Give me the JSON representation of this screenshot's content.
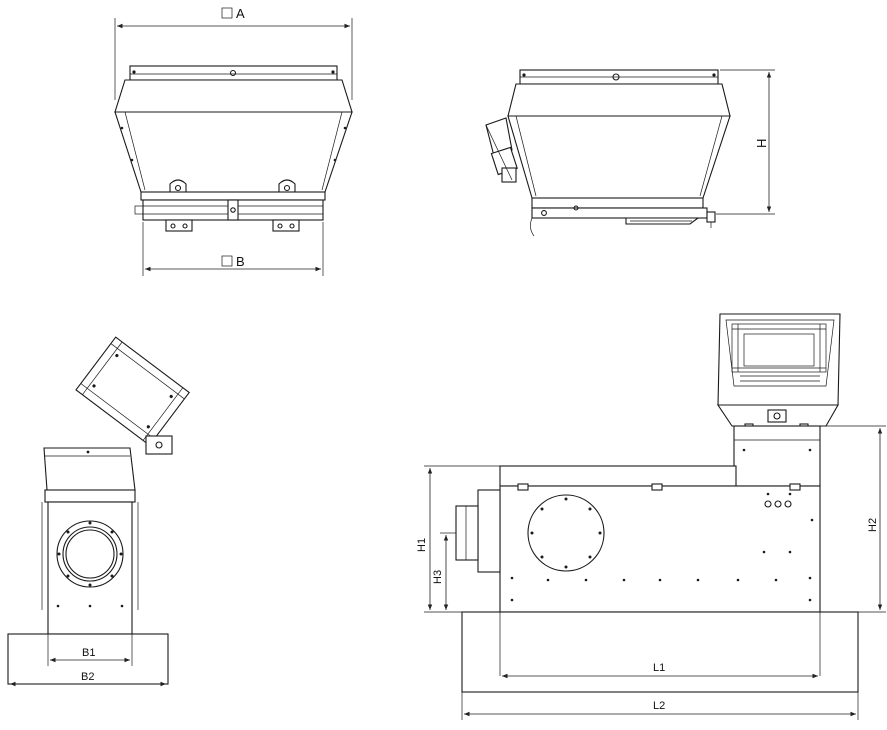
{
  "dimensions": {
    "A": "A",
    "B": "B",
    "H": "H",
    "H1": "H1",
    "H2": "H2",
    "H3": "H3",
    "L1": "L1",
    "L2": "L2",
    "B1": "B1",
    "B2": "B2"
  },
  "symbols": {
    "square": "□"
  }
}
